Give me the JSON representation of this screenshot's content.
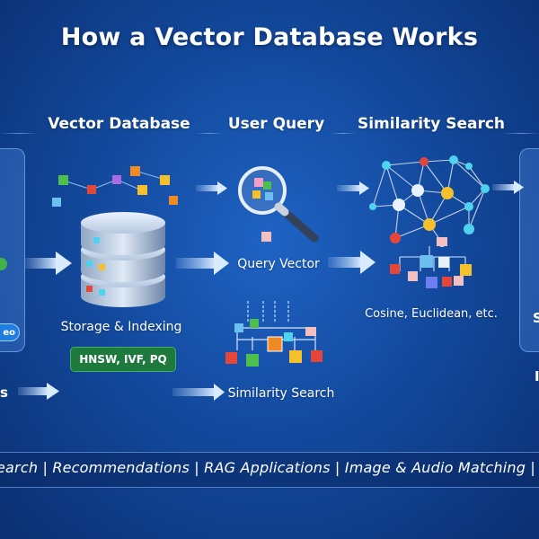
{
  "title": "How a Vector Database Works",
  "columns": {
    "vector_database": "Vector Database",
    "user_query": "User Query",
    "similarity_search": "Similarity Search"
  },
  "captions": {
    "storage": "Storage & Indexing",
    "index_badge": "HNSW, IVF, PQ",
    "query_vector": "Query Vector",
    "similarity_search": "Similarity Search",
    "metrics": "Cosine, Euclidean, etc."
  },
  "left_edge": {
    "pill": "eo",
    "bottom_text": "s"
  },
  "right_edge": {
    "text_1": "S",
    "text_2": "I"
  },
  "footer": "earch  |  Recommendations  |  RAG Applications  |  Image & Audio Matching  |",
  "colors": {
    "background": "#134a9e",
    "badge_green": "#1d7a3c",
    "arrow": "#a9cdf5",
    "node_cyan": "#4fd2ee",
    "node_red": "#e5463a",
    "node_yellow": "#f5c02b",
    "node_green": "#4cbf4f",
    "node_orange": "#f08a24",
    "node_white": "#e8f1ff"
  },
  "icons": [
    "database-icon",
    "magnifier-icon",
    "graph-icon",
    "tree-icon",
    "arrow-right-icon"
  ]
}
